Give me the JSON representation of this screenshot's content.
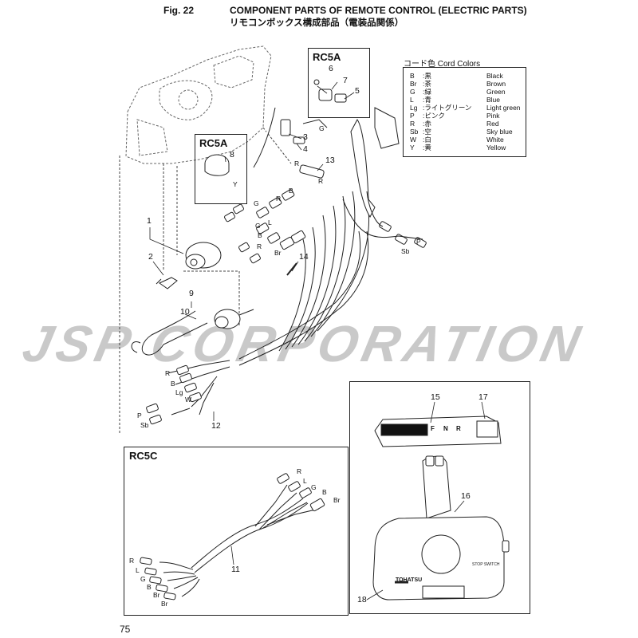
{
  "header": {
    "fig": "Fig. 22",
    "title": "COMPONENT PARTS OF REMOTE CONTROL (ELECTRIC PARTS)",
    "title_jp": "リモコンボックス構成部品（電装品関係）"
  },
  "boxes": {
    "rc5a_top": "RC5A",
    "rc5a_inner": "RC5A",
    "rc5c": "RC5C"
  },
  "legend": {
    "title": "コード色 Cord Colors",
    "rows": [
      {
        "code": "B",
        "jp": ":黒",
        "en": "Black"
      },
      {
        "code": "Br",
        "jp": ":茶",
        "en": "Brown"
      },
      {
        "code": "G",
        "jp": ":緑",
        "en": "Green"
      },
      {
        "code": "L",
        "jp": ":青",
        "en": "Blue"
      },
      {
        "code": "Lg",
        "jp": ":ライトグリーン",
        "en": "Light green"
      },
      {
        "code": "P",
        "jp": ":ピンク",
        "en": "Pink"
      },
      {
        "code": "R",
        "jp": ":赤",
        "en": "Red"
      },
      {
        "code": "Sb",
        "jp": ":空",
        "en": "Sky blue"
      },
      {
        "code": "W",
        "jp": ":白",
        "en": "White"
      },
      {
        "code": "Y",
        "jp": ":黄",
        "en": "Yellow"
      }
    ]
  },
  "callouts": {
    "n1": "1",
    "n2": "2",
    "n3": "3",
    "n4": "4",
    "n5": "5",
    "n6": "6",
    "n7": "7",
    "n8": "8",
    "n9": "9",
    "n10": "10",
    "n11": "11",
    "n12": "12",
    "n13": "13",
    "n14": "14",
    "n15": "15",
    "n16": "16",
    "n17": "17",
    "n18": "18"
  },
  "wire_labels": {
    "g1": "G",
    "r1": "R",
    "r2": "R",
    "y1": "Y",
    "g2": "G",
    "r3": "R",
    "b1": "B",
    "p1": "P",
    "sb1": "Sb",
    "g3": "G",
    "b2": "B",
    "l1": "L",
    "r4": "R",
    "br1": "Br",
    "r5": "R",
    "b3": "B",
    "lg1": "Lg",
    "w1": "W",
    "p2": "P",
    "sb2": "Sb",
    "rc_r1": "R",
    "rc_l1": "L",
    "rc_g1": "G",
    "rc_b1": "B",
    "rc_br1": "Br",
    "rc_r2": "R",
    "rc_l2": "L",
    "rc_g2": "G",
    "rc_b2": "B",
    "rc_br2": "Br",
    "rc_br3": "Br"
  },
  "panel": {
    "f": "F",
    "n": "N",
    "r": "R",
    "stop_switch": "STOP SWITCH",
    "brand": "TOHATSU"
  },
  "watermark": "JSP CORPORATION",
  "page_number": "75"
}
